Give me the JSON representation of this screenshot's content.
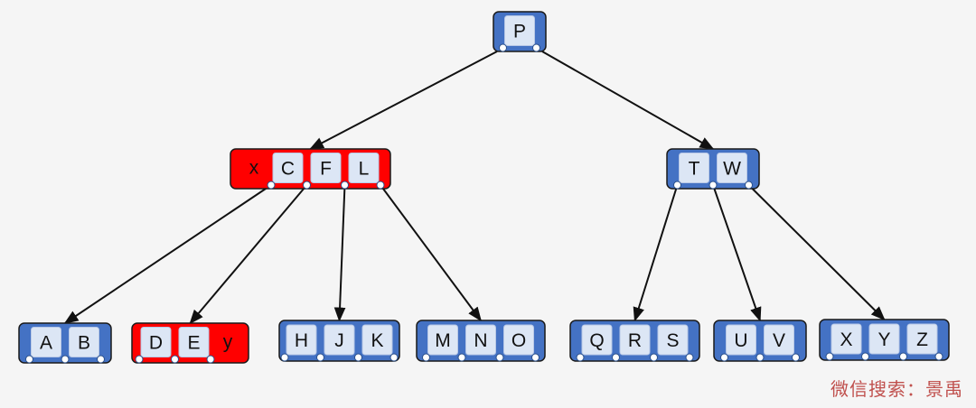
{
  "colors": {
    "normal": "#4472c4",
    "highlight": "#ff0000"
  },
  "nodes": [
    {
      "id": "p",
      "keys": [
        "P"
      ],
      "highlight": false
    },
    {
      "id": "cfl",
      "keys": [
        "C",
        "F",
        "L"
      ],
      "prefix": "x",
      "highlight": true
    },
    {
      "id": "tw",
      "keys": [
        "T",
        "W"
      ],
      "highlight": false
    },
    {
      "id": "ab",
      "keys": [
        "A",
        "B"
      ],
      "highlight": false
    },
    {
      "id": "de",
      "keys": [
        "D",
        "E"
      ],
      "suffix": "y",
      "highlight": true
    },
    {
      "id": "hjk",
      "keys": [
        "H",
        "J",
        "K"
      ],
      "highlight": false
    },
    {
      "id": "mno",
      "keys": [
        "M",
        "N",
        "O"
      ],
      "highlight": false
    },
    {
      "id": "qrs",
      "keys": [
        "Q",
        "R",
        "S"
      ],
      "highlight": false
    },
    {
      "id": "uv",
      "keys": [
        "U",
        "V"
      ],
      "highlight": false
    },
    {
      "id": "xyz",
      "keys": [
        "X",
        "Y",
        "Z"
      ],
      "highlight": false
    }
  ],
  "edges": [
    [
      "p",
      "cfl"
    ],
    [
      "p",
      "tw"
    ],
    [
      "cfl",
      "ab"
    ],
    [
      "cfl",
      "de"
    ],
    [
      "cfl",
      "hjk"
    ],
    [
      "cfl",
      "mno"
    ],
    [
      "tw",
      "qrs"
    ],
    [
      "tw",
      "uv"
    ],
    [
      "tw",
      "xyz"
    ]
  ],
  "watermark": "微信搜索：景禹"
}
